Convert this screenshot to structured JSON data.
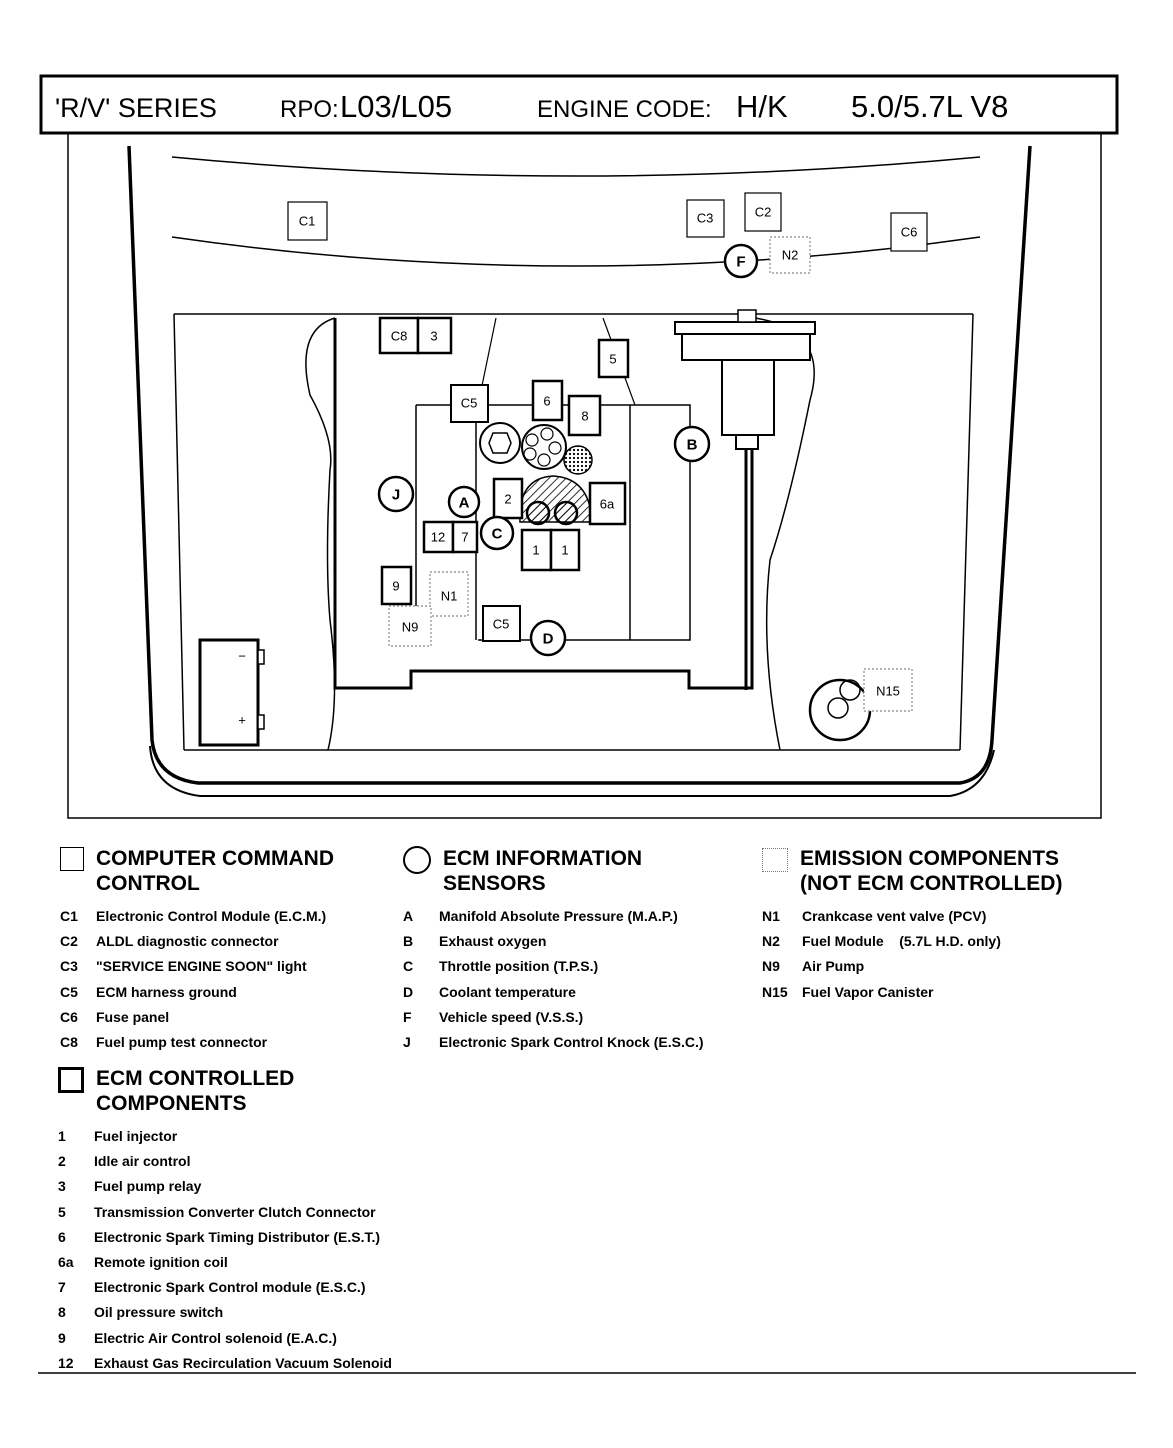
{
  "header": {
    "series": "'R/V' SERIES",
    "rpo_label": "RPO:",
    "rpo_value": "L03/L05",
    "engine_code_label": "ENGINE CODE:",
    "engine_code_value": "H/K",
    "engine": "5.0/5.7L  V8"
  },
  "diagram_labels": {
    "c1": "C1",
    "c2": "C2",
    "c3": "C3",
    "c5_top": "C5",
    "c5_bottom": "C5",
    "c6": "C6",
    "c8": "C8",
    "n1": "N1",
    "n2": "N2",
    "n9": "N9",
    "n15": "N15",
    "a": "A",
    "b": "B",
    "c": "C",
    "d": "D",
    "f": "F",
    "j": "J",
    "c_1a": "1",
    "c_1b": "1",
    "c_2": "2",
    "c_3": "3",
    "c_5": "5",
    "c_6": "6",
    "c_6a": "6a",
    "c_7": "7",
    "c_8": "8",
    "c_9": "9",
    "c_12": "12",
    "battery_minus": "−",
    "battery_plus": "+"
  },
  "legends": {
    "ccc": {
      "title": "COMPUTER COMMAND\nCONTROL",
      "items": [
        {
          "code": "C1",
          "text": "Electronic Control Module (E.C.M.)"
        },
        {
          "code": "C2",
          "text": "ALDL diagnostic connector"
        },
        {
          "code": "C3",
          "text": "\"SERVICE ENGINE SOON\" light"
        },
        {
          "code": "C5",
          "text": "ECM harness ground"
        },
        {
          "code": "C6",
          "text": "Fuse panel"
        },
        {
          "code": "C8",
          "text": "Fuel pump test connector"
        }
      ]
    },
    "sensors": {
      "title": "ECM INFORMATION\nSENSORS",
      "items": [
        {
          "code": "A",
          "text": "Manifold Absolute Pressure (M.A.P.)"
        },
        {
          "code": "B",
          "text": "Exhaust oxygen"
        },
        {
          "code": "C",
          "text": "Throttle position (T.P.S.)"
        },
        {
          "code": "D",
          "text": "Coolant temperature"
        },
        {
          "code": "F",
          "text": "Vehicle speed (V.S.S.)"
        },
        {
          "code": "J",
          "text": "Electronic Spark Control Knock (E.S.C.)"
        }
      ]
    },
    "emission": {
      "title": "EMISSION COMPONENTS\n(NOT ECM CONTROLLED)",
      "items": [
        {
          "code": "N1",
          "text": "Crankcase vent valve (PCV)"
        },
        {
          "code": "N2",
          "text": "Fuel Module    (5.7L H.D. only)"
        },
        {
          "code": "N9",
          "text": "Air Pump"
        },
        {
          "code": "N15",
          "text": "Fuel Vapor Canister"
        }
      ]
    },
    "controlled": {
      "title": "ECM CONTROLLED\nCOMPONENTS",
      "items": [
        {
          "code": "1",
          "text": "Fuel injector"
        },
        {
          "code": "2",
          "text": "Idle air control"
        },
        {
          "code": "3",
          "text": "Fuel pump relay"
        },
        {
          "code": "5",
          "text": "Transmission Converter Clutch Connector"
        },
        {
          "code": "6",
          "text": "Electronic Spark Timing Distributor (E.S.T.)"
        },
        {
          "code": "6a",
          "text": "Remote ignition coil"
        },
        {
          "code": "7",
          "text": "Electronic Spark Control module (E.S.C.)"
        },
        {
          "code": "8",
          "text": "Oil pressure switch"
        },
        {
          "code": "9",
          "text": "Electric Air Control solenoid (E.A.C.)"
        },
        {
          "code": "12",
          "text": "Exhaust Gas Recirculation Vacuum Solenoid"
        }
      ]
    }
  }
}
